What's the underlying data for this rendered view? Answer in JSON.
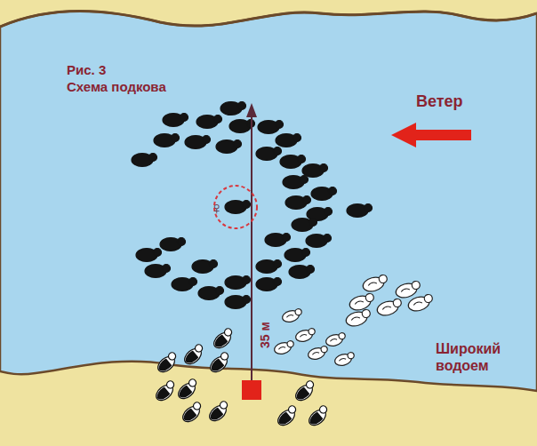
{
  "diagram": {
    "labels": [
      "Рис. 3",
      "Схема подкова",
      "Ветер",
      "35 м",
      "Широкий водоем",
      "♀"
    ]
  }
}
